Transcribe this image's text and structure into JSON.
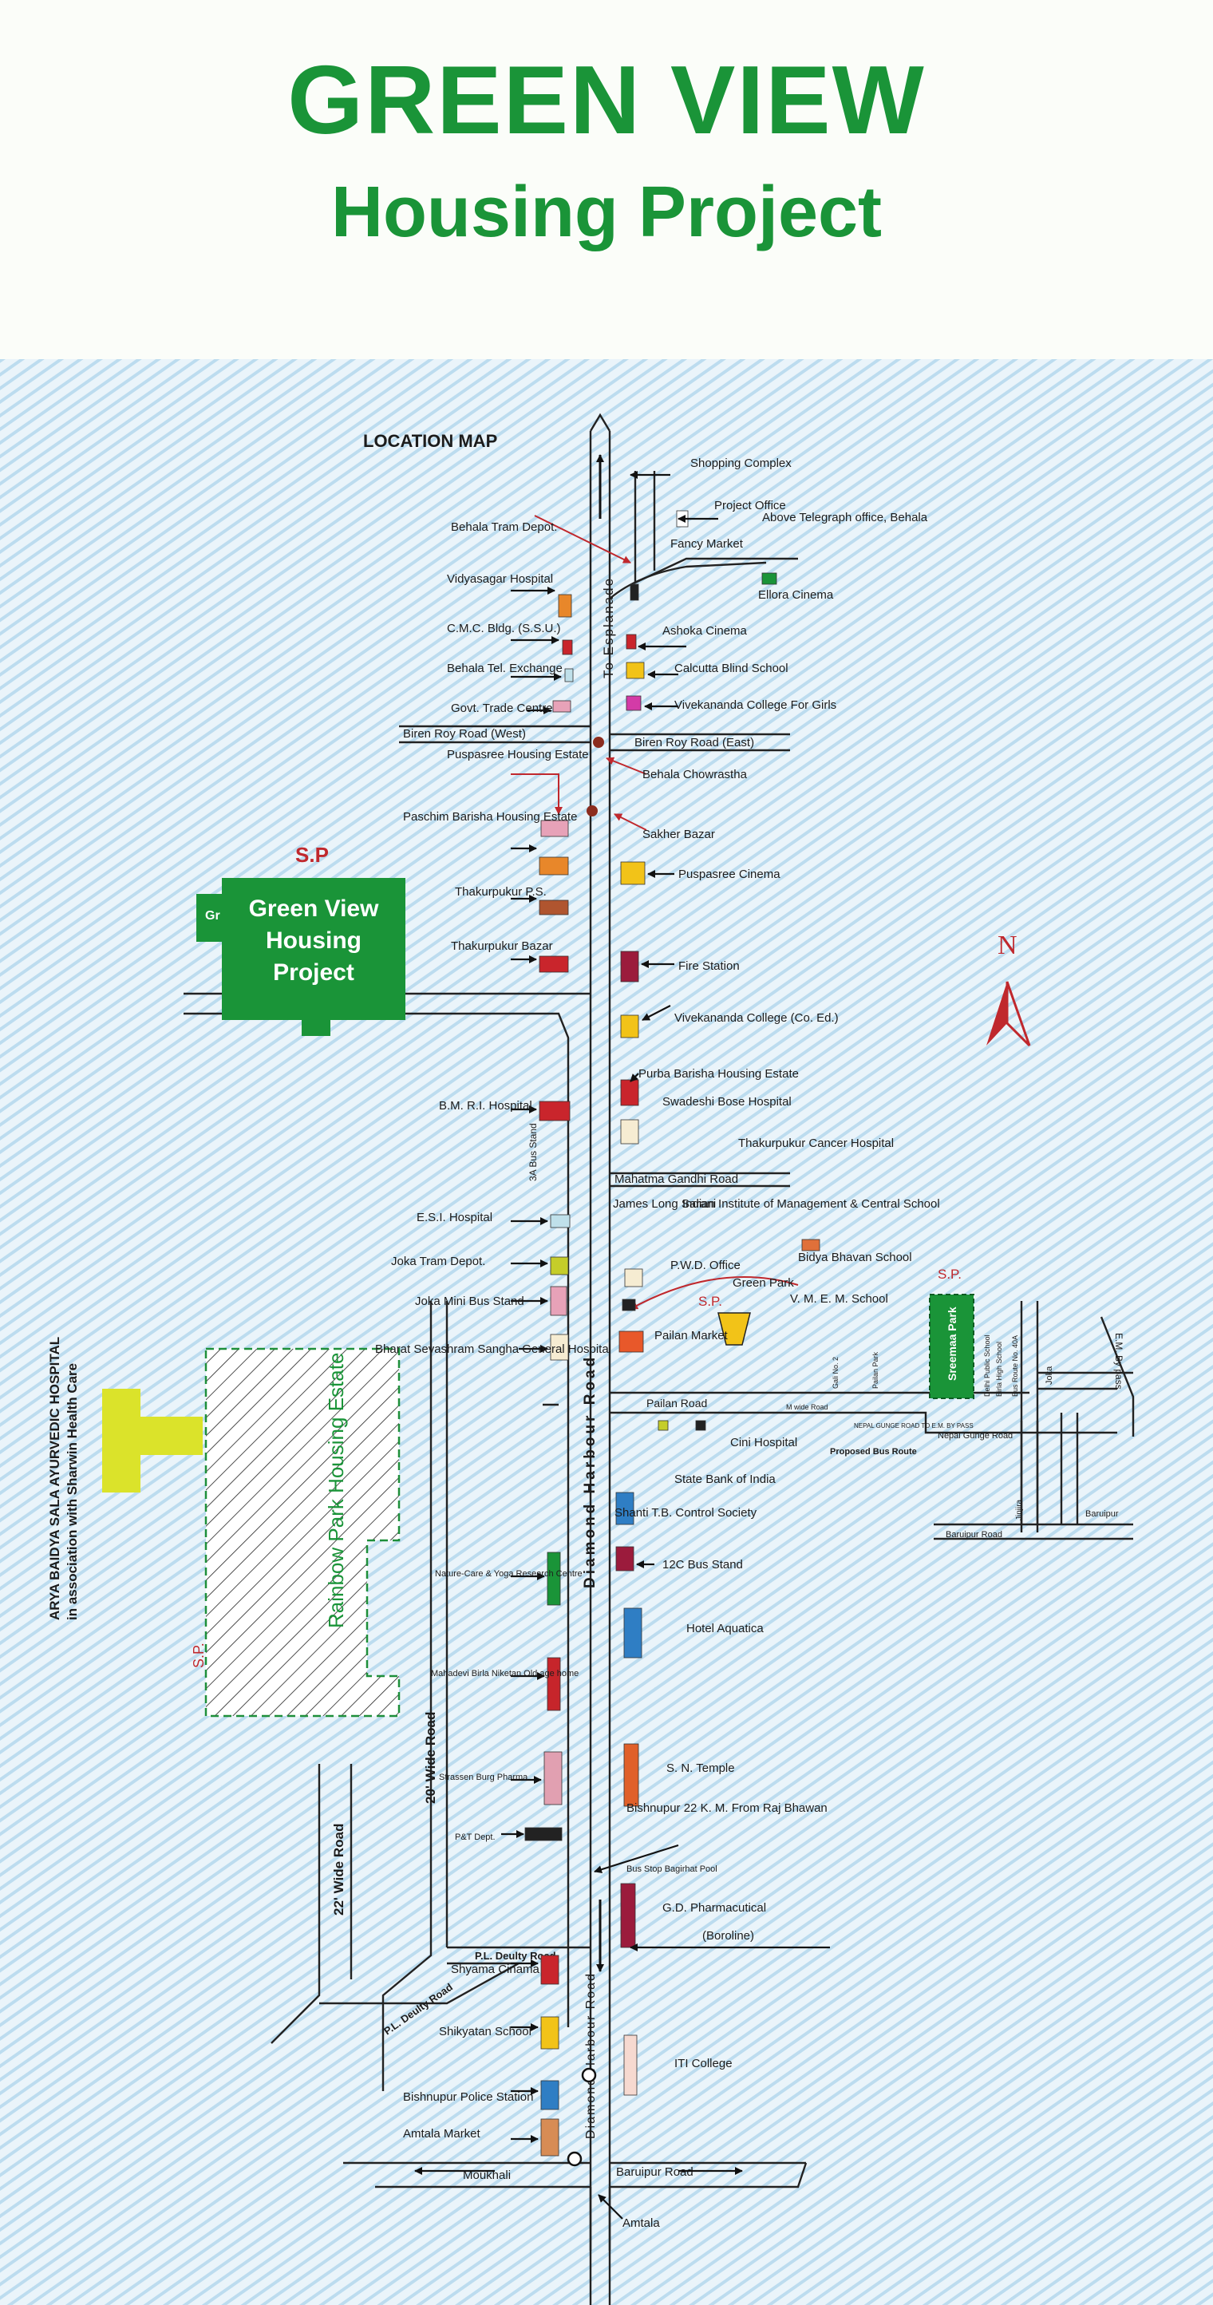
{
  "header": {
    "title": "GREEN VIEW",
    "subtitle": "Housing Project"
  },
  "map": {
    "title": "LOCATION MAP",
    "north": "N",
    "roads": {
      "to_esplanade": "To Esplanade",
      "diamond_harbour_road": "Diamond Harbour Road",
      "diamond_harbour_road_south": "Diamond Harbour Road",
      "biren_roy_west": "Biren Roy Road (West)",
      "biren_roy_east": "Biren Roy Road (East)",
      "mahatma_gandhi_road": "Mahatma Gandhi Road",
      "pailan_road": "Pailan Road",
      "wide_road_20": "20' Wide Road",
      "wide_road_22": "22' Wide Road",
      "pl_deulty_road": "P.L. Deulty Road",
      "pl_deulty_road_2": "P.L. Deulty Road",
      "baruipur_road": "Baruipur Road",
      "baruipur_road_east": "Baruipur Road",
      "moukhali": "Moukhali",
      "amtala": "Amtala",
      "em_bypass": "E.M. By pass",
      "joka": "Joka",
      "nepal_gunge_road": "Nepal Gunge Road",
      "nepal_gunge_cm_bypass": "NEPAL GUNGE ROAD TO E.M. BY PASS",
      "proposed_bus_route": "Proposed Bus Route",
      "rainbow_park": "Rainbow Park Housing Estate",
      "sreemaa_park": "Sreemaa Park",
      "bus_stand_3a": "3A Bus Stand"
    },
    "project": {
      "label_line1": "Green View",
      "label_line2": "Housing",
      "label_line3": "Project",
      "sp": "S.P",
      "gr": "Gr"
    },
    "hospital_note": {
      "line1": "ARYA BAIDYA SALA AYURVEDIC HOSPITAL",
      "line2": "in association with Sharwin Health Care",
      "sp": "S.P."
    },
    "east_side": {
      "sp_green_park": "S.P.",
      "sp_sreemaa": "S.P.",
      "green_park": "Green Park",
      "vmem_school": "V. M. E. M. School",
      "bidya_bhavan": "Bidya Bhavan School",
      "pailan_market": "Pailan Market",
      "pwd_office": "P.W.D. Office",
      "cini_hospital": "Cini Hospital",
      "sbi": "State Bank of India",
      "bishnupur_note": "Bishnupur 22 K. M. From Raj Bhawan",
      "bus_stop": "Bus Stop Bagirhat Pool",
      "gd_pharma": "G.D. Pharmacutical",
      "boroline": "(Boroline)",
      "m_wide_road": "M wide Road",
      "gali_no2": "Gali No. 2",
      "pailan_park": "Pailan Park",
      "bus_route_40a": "Bus Route No. 40A",
      "dps_school": "Delhi Public School",
      "bps_school": "Birla High School",
      "jinjira": "Jinjira",
      "barulpur": "Baruipur"
    },
    "left_labels": [
      "Behala Tram Depot.",
      "Vidyasagar Hospital",
      "C.M.C. Bldg. (S.S.U.)",
      "Behala Tel. Exchange",
      "Govt. Trade Centre",
      "Puspasree Housing Estate",
      "Paschim Barisha Housing Estate",
      "Thakurpukur P.S.",
      "Thakurpukur Bazar",
      "B.M. R.I. Hospital",
      "E.S.I. Hospital",
      "Joka Tram Depot.",
      "Joka Mini Bus Stand",
      "Bharat Sevashram Sangha General Hospital",
      "Nature-Care & Yoga Research Centre",
      "Mahadevi Birla Niketan Old age home",
      "Strassen Burg Pharma",
      "P&T Dept.",
      "Shyama Cinama",
      "Shikyatan School",
      "Bishnupur Police Station",
      "Amtala Market"
    ],
    "right_labels": [
      "Shopping Complex",
      "Project Office",
      "Above Telegraph office, Behala",
      "Fancy Market",
      "Ellora Cinema",
      "Ashoka Cinema",
      "Calcutta Blind School",
      "Vivekananda College For Girls",
      "Behala Chowrastha",
      "Sakher Bazar",
      "Puspasree Cinema",
      "Fire Station",
      "Vivekananda College (Co. Ed.)",
      "Purba Barisha Housing Estate",
      "Swadeshi Bose Hospital",
      "Thakurpukur Cancer Hospital",
      "James Long Sarani",
      "Indian Institute of Management & Central School",
      "Shanti T.B. Control Society",
      "12C Bus Stand",
      "Hotel Aquatica",
      "S. N. Temple",
      "ITI College"
    ],
    "colors": {
      "green": "#1a9438",
      "red": "#c9252c",
      "orange": "#e8872a",
      "yellow": "#f2c318",
      "pink": "#e7a2b8",
      "blue": "#2f7ec4",
      "maroon": "#9b1b3c",
      "cream": "#f6ecd2"
    }
  }
}
